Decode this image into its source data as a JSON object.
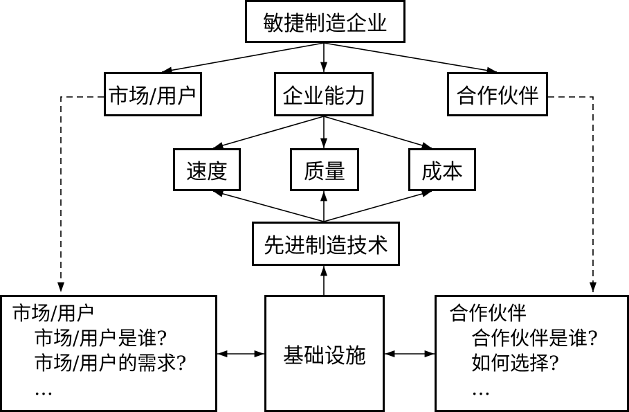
{
  "top": "敏捷制造企业",
  "level2": {
    "market": "市场/用户",
    "capability": "企业能力",
    "partner": "合作伙伴"
  },
  "level3": {
    "speed": "速度",
    "quality": "质量",
    "cost": "成本"
  },
  "tech": "先进制造技术",
  "infrastructure": "基础设施",
  "market_detail": {
    "heading": "市场/用户",
    "lines": [
      "市场/用户是谁?",
      "市场/用户的需求?",
      "…"
    ]
  },
  "partner_detail": {
    "heading": "合作伙伴",
    "lines": [
      "合作伙伴是谁?",
      "如何选择?",
      "…"
    ]
  }
}
